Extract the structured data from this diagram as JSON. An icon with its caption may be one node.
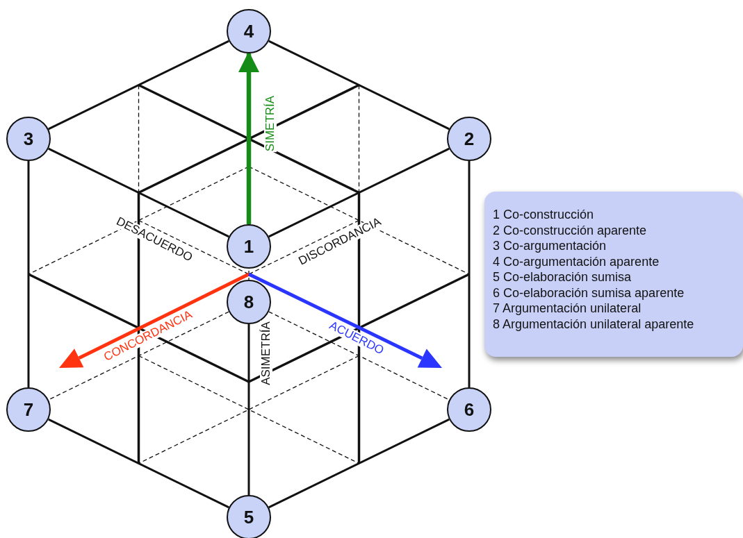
{
  "diagram": {
    "nodes": [
      {
        "text": [
          "4"
        ]
      },
      {
        "text": [
          "3"
        ]
      },
      {
        "text": [
          "2"
        ]
      },
      {
        "text": [
          "1 Co-construcción",
          "2 Co-construcción aparente",
          "3 Co-argumentación",
          "4 Co-argumentación aparente",
          "5 Co-elaboración sumisa",
          "6 Co-elaboración sumisa aparente",
          "7 Argumentación unilateral",
          "8 Argumentación unilateral aparente"
        ]
      },
      {
        "text": [
          "1"
        ]
      },
      {
        "text": [
          "8"
        ]
      },
      {
        "text": [
          "7"
        ]
      },
      {
        "text": [
          "6"
        ]
      },
      {
        "text": [
          "5"
        ]
      }
    ],
    "edges": [
      {
        "from": 0,
        "to": 1,
        "arrow": "none"
      },
      {
        "from": 0,
        "to": 2,
        "arrow": "none"
      },
      {
        "from": 1,
        "to": 4,
        "arrow": "none"
      },
      {
        "from": 2,
        "to": 4,
        "arrow": "none"
      },
      {
        "from": 1,
        "to": 6,
        "arrow": "none"
      },
      {
        "from": 2,
        "to": 7,
        "arrow": "none"
      },
      {
        "from": 5,
        "to": 8,
        "arrow": "none"
      },
      {
        "from": 6,
        "to": 8,
        "arrow": "none"
      },
      {
        "from": 7,
        "to": 8,
        "arrow": "none"
      },
      {
        "from": 5,
        "to": 6,
        "arrow": "none",
        "style": "dashed"
      },
      {
        "from": 5,
        "to": 7,
        "arrow": "none",
        "style": "dashed"
      },
      {
        "from": 4,
        "to": 0,
        "arrow": "to",
        "label": "SIMETRÍA",
        "style": "thick",
        "color": "#158c15"
      }
    ],
    "labels": [
      "DESACUERDO",
      "DISCORDANCIA",
      "CONCORDANCIA",
      "ASIMETRÍA",
      "ACUERDO"
    ]
  }
}
